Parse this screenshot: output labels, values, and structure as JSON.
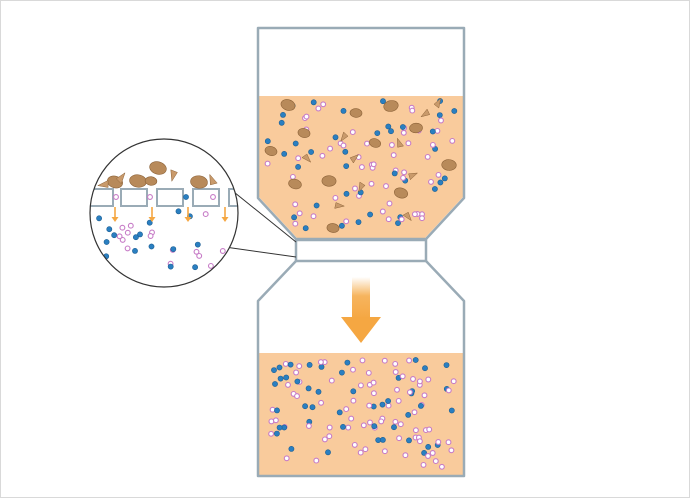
{
  "colors": {
    "vessel_stroke": "#9aabb6",
    "liquid": "#f9cb9c",
    "particle_round": "#b88a5a",
    "particle_round_stroke": "#8c6238",
    "particle_triangle": "#c99a6b",
    "molecule_blue": "#2a7fc1",
    "molecule_pink": "#c77cc7",
    "arrow": "#f5a742",
    "background": "#ffffff"
  },
  "icons": [
    "filter-membrane",
    "flow-arrow-down",
    "magnifier-circle"
  ]
}
